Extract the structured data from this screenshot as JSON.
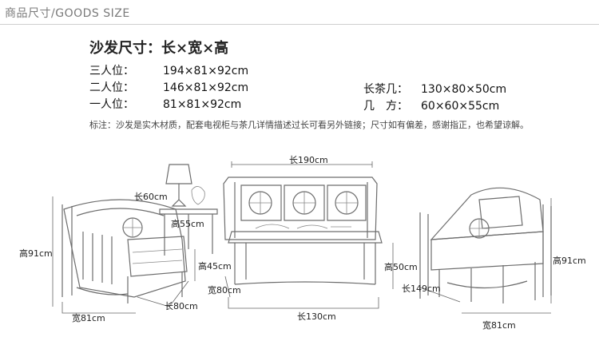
{
  "header": {
    "title": "商品尺寸/GOODS SIZE"
  },
  "specs": {
    "title": "沙发尺寸：长×宽×高",
    "rows": [
      {
        "label": "三人位：",
        "value": "194×81×92cm"
      },
      {
        "label": "二人位：",
        "value": "146×81×92cm"
      },
      {
        "label": "一人位：",
        "value": "81×81×92cm"
      }
    ],
    "right_rows": [
      {
        "label": "长茶几：",
        "value": "130×80×50cm"
      },
      {
        "label": "几　方：",
        "value": "60×60×55cm"
      }
    ],
    "note": "标注：沙发是实木材质，配套电视柜与茶几详情描述过长可看另外链接；尺寸如有偏差，感谢指正，也希望谅解。"
  },
  "dimensions": {
    "armchair_height": "高91cm",
    "armchair_width": "宽81cm",
    "armchair_length": "长80cm",
    "side_table_length": "长60cm",
    "side_table_height": "高55cm",
    "seat_height": "高45cm",
    "sofa_length": "长190cm",
    "table_width": "宽80cm",
    "table_length": "长130cm",
    "table_height": "高50cm",
    "loveseat_length": "长149cm",
    "loveseat_height": "高91cm",
    "loveseat_width": "宽81cm"
  }
}
